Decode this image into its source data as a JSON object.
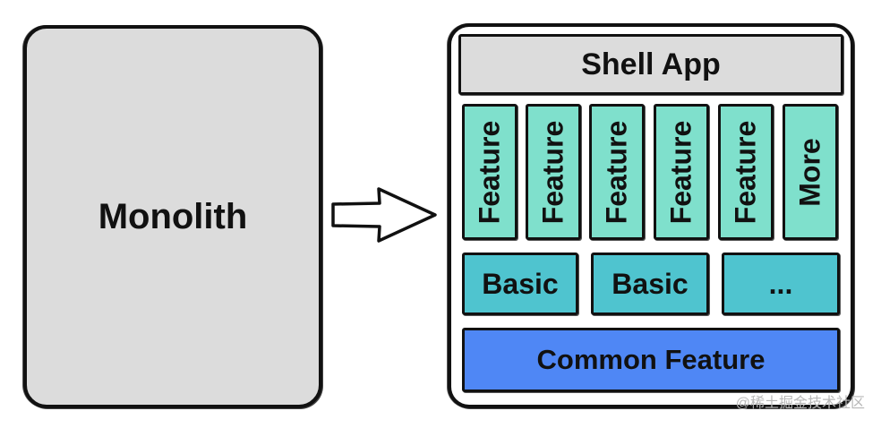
{
  "colors": {
    "monolith_fill": "#dcdcdc",
    "shell_fill": "#dcdcdc",
    "feature_fill": "#7fe0cc",
    "basic_fill": "#4fc4cf",
    "common_fill": "#4f87f5",
    "outline": "#111111"
  },
  "monolith": {
    "label": "Monolith"
  },
  "arrow": {
    "icon": "hollow-right-arrow-icon"
  },
  "architecture": {
    "shell_app": {
      "label": "Shell App"
    },
    "features": [
      {
        "label": "Feature"
      },
      {
        "label": "Feature"
      },
      {
        "label": "Feature"
      },
      {
        "label": "Feature"
      },
      {
        "label": "Feature"
      },
      {
        "label": "More"
      }
    ],
    "basics": [
      {
        "label": "Basic"
      },
      {
        "label": "Basic"
      },
      {
        "label": "..."
      }
    ],
    "common_feature": {
      "label": "Common Feature"
    }
  },
  "watermark": {
    "text": "@稀土掘金技术社区"
  }
}
